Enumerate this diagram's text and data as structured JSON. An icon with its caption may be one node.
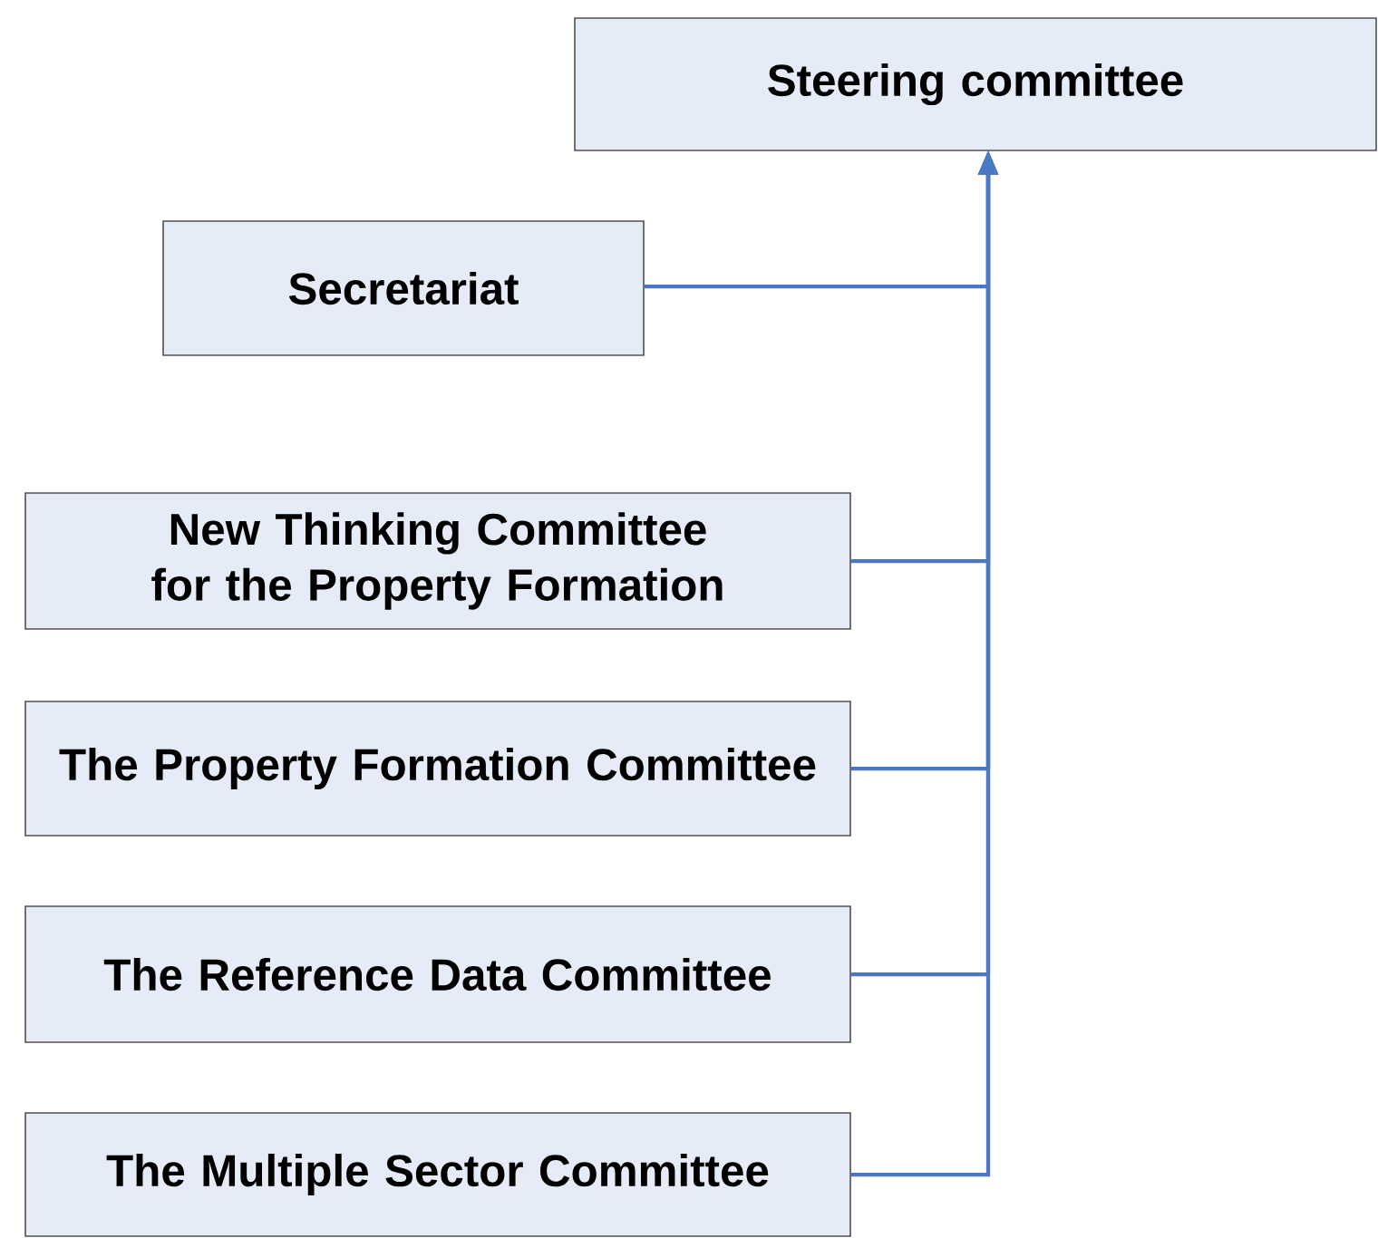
{
  "diagram": {
    "nodes": [
      {
        "text": [
          "Steering committee"
        ]
      },
      {
        "text": [
          "Secretariat"
        ]
      },
      {
        "text": [
          "New Thinking Committee for the Property Formation"
        ]
      },
      {
        "text": [
          "The Property Formation Committee"
        ]
      },
      {
        "text": [
          "The Reference Data Committee"
        ]
      },
      {
        "text": [
          "The Multiple Sector Committee"
        ]
      }
    ],
    "edges": [
      {
        "from": 1,
        "to": 0,
        "arrow": "to"
      },
      {
        "from": 2,
        "to": 0,
        "arrow": "to"
      },
      {
        "from": 3,
        "to": 0,
        "arrow": "to"
      },
      {
        "from": 4,
        "to": 0,
        "arrow": "to"
      },
      {
        "from": 5,
        "to": 0,
        "arrow": "to"
      }
    ]
  }
}
